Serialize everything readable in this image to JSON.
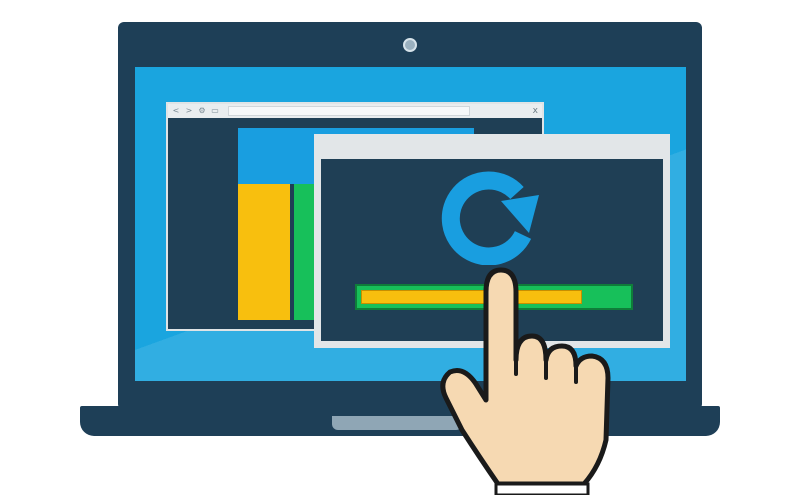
{
  "illustration": {
    "subject": "laptop-refresh-illustration",
    "back_window": {
      "nav_back": "<",
      "nav_forward": ">",
      "close": "x"
    },
    "front_window": {
      "icon": "refresh-icon",
      "progress_fraction": 0.83
    },
    "pointer": "pointing-hand-icon"
  },
  "colors": {
    "laptop_frame": "#1e3f57",
    "screen_bg": "#1aa5df",
    "window_bg": "#1f3f55",
    "window_chrome": "#e2e6e8",
    "accent_blue": "#199ee0",
    "accent_yellow": "#f8bf0e",
    "accent_green": "#17c05a",
    "skin": "#f6d9b2"
  }
}
